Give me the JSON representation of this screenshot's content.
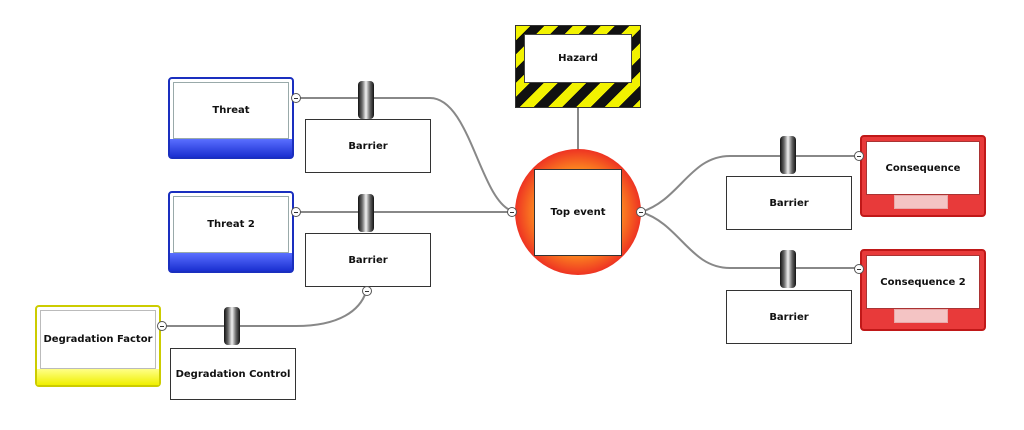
{
  "hazard": {
    "label": "Hazard"
  },
  "top_event": {
    "label": "Top event"
  },
  "threats": [
    {
      "label": "Threat"
    },
    {
      "label": "Threat 2"
    }
  ],
  "degradation_factor": {
    "label": "Degradation Factor"
  },
  "degradation_control": {
    "label": "Degradation Control"
  },
  "consequences": [
    {
      "label": "Consequence"
    },
    {
      "label": "Consequence 2"
    }
  ],
  "barriers": [
    {
      "label": "Barrier"
    },
    {
      "label": "Barrier"
    },
    {
      "label": "Barrier"
    },
    {
      "label": "Barrier"
    }
  ],
  "colors": {
    "threat": "#1a2fd0",
    "consequence": "#e83a3a",
    "degradation": "#f0f000",
    "hazard_stripe": "#f2f200",
    "top_event_outer": "#ee3322",
    "top_event_inner": "#ffb020"
  }
}
